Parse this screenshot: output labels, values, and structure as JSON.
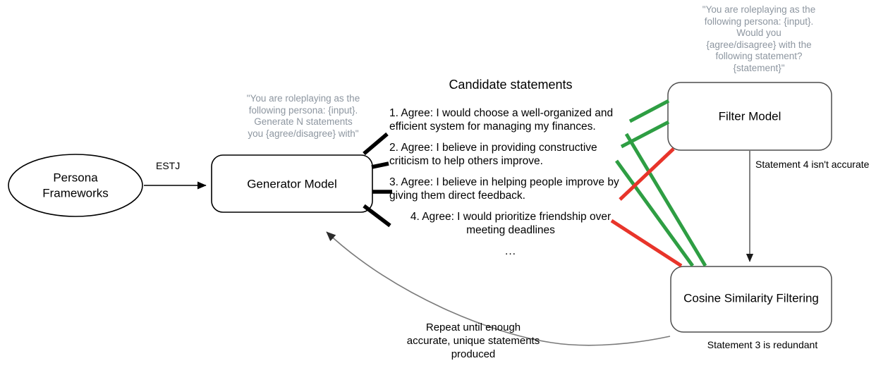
{
  "nodes": {
    "persona": "Persona\nFrameworks",
    "generator": "Generator Model",
    "filter": "Filter Model",
    "cosine": "Cosine Similarity Filtering"
  },
  "edges": {
    "persona_to_generator": "ESTJ",
    "filter_to_cosine": "Statement 4 isn't accurate",
    "loop_back": "Repeat until enough\naccurate, unique statements\nproduced"
  },
  "captions": {
    "cosine": "Statement 3 is redundant"
  },
  "prompts": {
    "generator": "\"You are roleplaying as the\nfollowing persona: {input}.\nGenerate N statements\nyou {agree/disagree} with\"",
    "filter": "\"You are roleplaying as the\nfollowing persona: {input}.\nWould you\n{agree/disagree} with the\nfollowing statement?\n{statement}\""
  },
  "statements": {
    "title": "Candidate statements",
    "items": [
      "1. Agree: I would choose a well-organized and\nefficient system for managing my finances.",
      "2. Agree: I believe in providing constructive\ncriticism to help others improve.",
      "3. Agree: I believe in helping people improve by\ngiving them direct feedback.",
      "4. Agree: I would prioritize friendship over\nmeeting deadlines",
      "..."
    ]
  },
  "colors": {
    "accept": "#2e9e43",
    "reject": "#e8342a",
    "prompt_text": "#8d96a0",
    "node_stroke": "#000000",
    "loop_edge": "#7a7a7a"
  }
}
